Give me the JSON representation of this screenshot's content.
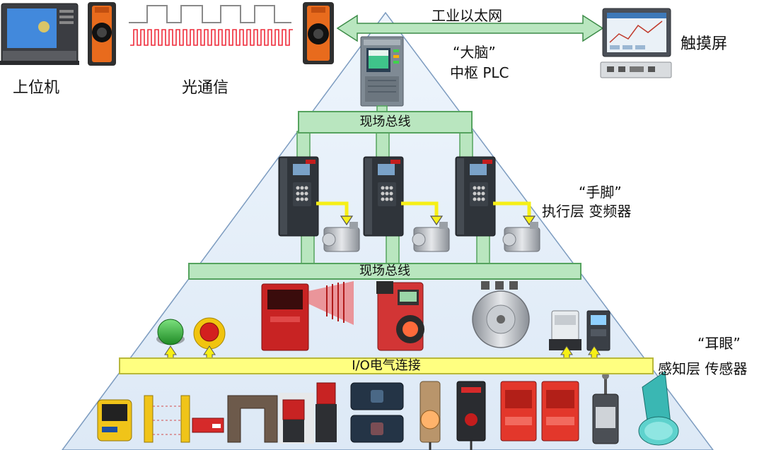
{
  "ethernet": {
    "label": "工业以太网"
  },
  "top_left": {
    "pc_label": "上位机",
    "optical_label": "光通信"
  },
  "hmi": {
    "label": "触摸屏"
  },
  "plc": {
    "quote_label": "“大脑”",
    "label": "中枢 PLC"
  },
  "fieldbus_top": {
    "label": "现场总线"
  },
  "fieldbus_mid": {
    "label": "现场总线"
  },
  "io_bus": {
    "label": "I/O电气连接"
  },
  "actuator_layer": {
    "quote_label": "“手脚”",
    "label": "执行层 变频器"
  },
  "sensor_layer": {
    "quote_label": "“耳眼”",
    "label": "感知层 传感器"
  },
  "colors": {
    "pyramid_fill": "#e3eef9",
    "pyramid_stroke": "#7d9cc0",
    "bus_green": "#b9e6bf",
    "bus_green_border": "#55a35e",
    "io_yellow": "#ffff80",
    "arrow_yellow": "#f6ef16",
    "signal_red": "#ee2b3a",
    "sensor_red": "#e3372b"
  }
}
